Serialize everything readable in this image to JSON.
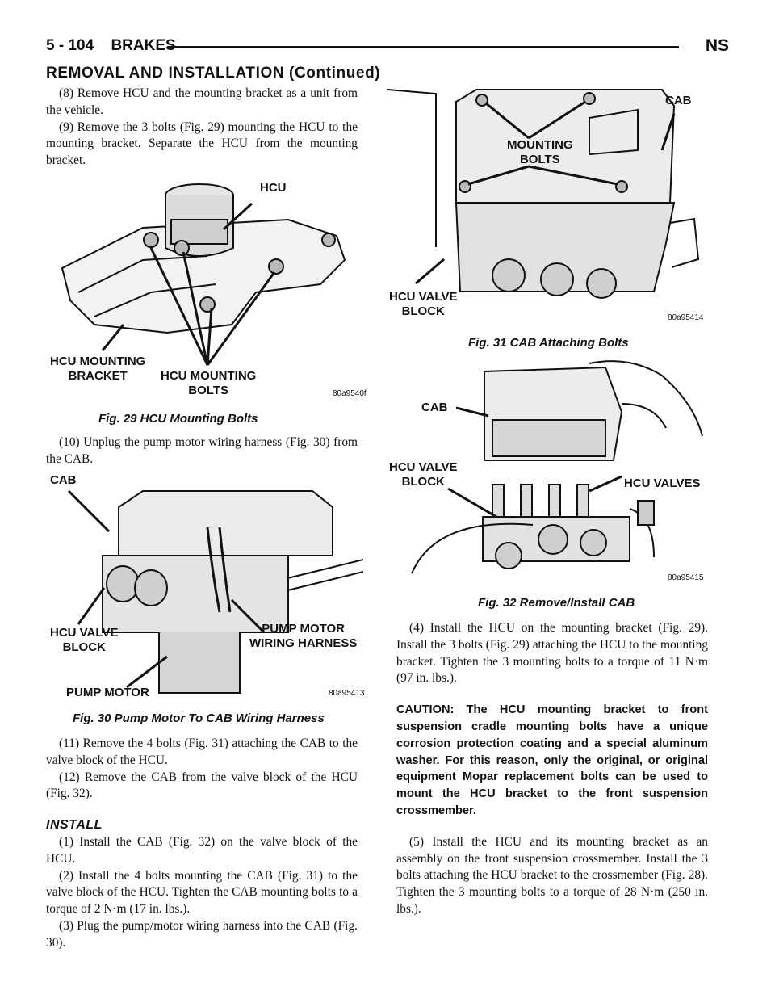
{
  "header": {
    "page_number": "5 - 104",
    "section": "BRAKES",
    "model": "NS",
    "subheading": "REMOVAL AND INSTALLATION (Continued)"
  },
  "left_column": {
    "p8": "(8) Remove HCU and the mounting bracket as a unit from the vehicle.",
    "p9": "(9) Remove the 3 bolts (Fig. 29) mounting the HCU to the mounting bracket. Separate the HCU from the mounting bracket.",
    "p10": "(10) Unplug the pump motor wiring harness (Fig. 30) from the CAB.",
    "p11": "(11) Remove the 4 bolts (Fig. 31) attaching the CAB to the valve block of the HCU.",
    "p12": "(12) Remove the CAB from the valve block of the HCU (Fig. 32).",
    "install_heading": "INSTALL",
    "i1": "(1) Install the CAB (Fig. 32) on the valve block of the HCU.",
    "i2": "(2) Install the 4 bolts mounting the CAB (Fig. 31) to the valve block of the HCU. Tighten the CAB mounting bolts to a torque of 2 N·m (17 in. lbs.).",
    "i3": "(3) Plug the pump/motor wiring harness into the CAB (Fig. 30)."
  },
  "right_column": {
    "i4": "(4) Install the HCU on the mounting bracket (Fig. 29). Install the 3 bolts (Fig. 29) attaching the HCU to the mounting bracket. Tighten the 3 mounting bolts to a torque of 11 N·m (97 in. lbs.).",
    "caution": "CAUTION: The HCU mounting bracket to front suspension cradle mounting bolts have a unique corrosion protection coating and a special aluminum washer. For this reason, only the original, or original equipment Mopar replacement bolts can be used to mount the HCU bracket to the front suspension crossmember.",
    "i5": "(5) Install the HCU and its mounting bracket as an assembly on the front suspension crossmember. Install the 3 bolts attaching the HCU bracket to the crossmember (Fig. 28). Tighten the 3 mounting bolts to a torque of 28 N·m (250 in. lbs.)."
  },
  "figures": {
    "fig29": {
      "caption": "Fig. 29 HCU Mounting Bolts",
      "code": "80a9540f",
      "label_hcu": "HCU",
      "label_bracket_1": "HCU MOUNTING",
      "label_bracket_2": "BRACKET",
      "label_bolts_1": "HCU MOUNTING",
      "label_bolts_2": "BOLTS"
    },
    "fig30": {
      "caption": "Fig. 30 Pump Motor To CAB Wiring Harness",
      "code": "80a95413",
      "label_cab": "CAB",
      "label_valve_1": "HCU VALVE",
      "label_valve_2": "BLOCK",
      "label_harness_1": "PUMP MOTOR",
      "label_harness_2": "WIRING HARNESS",
      "label_pump": "PUMP MOTOR"
    },
    "fig31": {
      "caption": "Fig. 31 CAB Attaching Bolts",
      "code": "80a95414",
      "label_cab": "CAB",
      "label_bolts_1": "MOUNTING",
      "label_bolts_2": "BOLTS",
      "label_valve_1": "HCU VALVE",
      "label_valve_2": "BLOCK"
    },
    "fig32": {
      "caption": "Fig. 32 Remove/Install CAB",
      "code": "80a95415",
      "label_cab": "CAB",
      "label_valve_1": "HCU VALVE",
      "label_valve_2": "BLOCK",
      "label_valves": "HCU VALVES"
    }
  }
}
